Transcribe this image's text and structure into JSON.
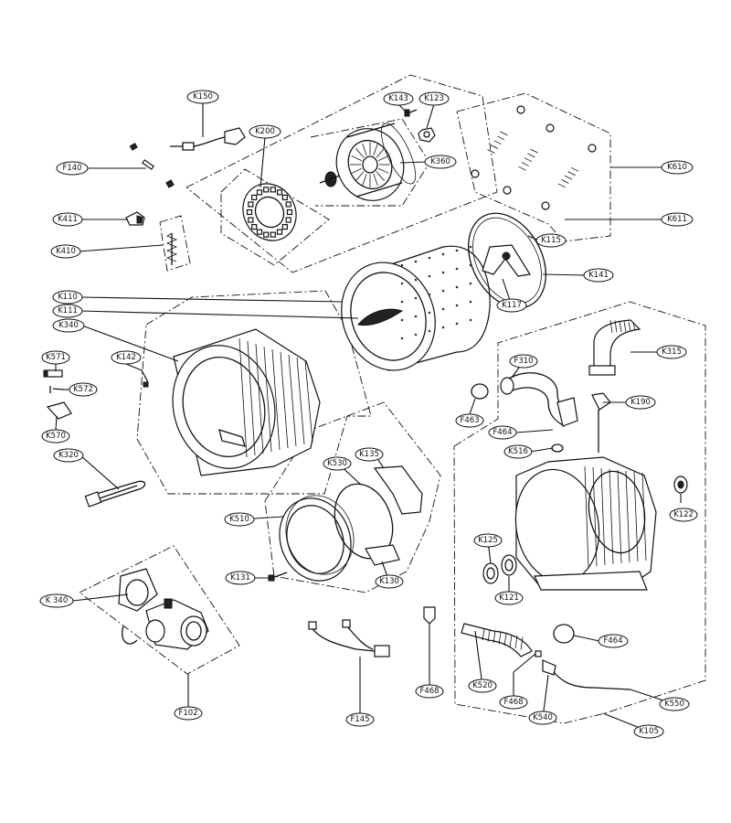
{
  "labels": {
    "K150": "K150",
    "K143": "K143",
    "K123": "K123",
    "K200": "K200",
    "K360": "K360",
    "K610": "K610",
    "F140": "F140",
    "K611": "K611",
    "K411": "K411",
    "K115": "K115",
    "K410": "K410",
    "K141": "K141",
    "K110": "K110",
    "K117": "K117",
    "K111": "K111",
    "K340a": "K340",
    "K315": "K315",
    "K571": "K571",
    "K142": "K142",
    "F310": "F310",
    "K572": "K572",
    "K190": "K190",
    "F463": "F463",
    "F464a": "F464",
    "K570": "K570",
    "K516": "K516",
    "K135": "K135",
    "K320": "K320",
    "K530": "K530",
    "K122": "K122",
    "K510": "K510",
    "K125": "K125",
    "K131": "K131",
    "K130": "K130",
    "K121": "K121",
    "K340b": "K 340",
    "F464b": "F464",
    "F468a": "F468",
    "K520": "K520",
    "F468b": "F468",
    "K550": "K550",
    "F102": "F102",
    "K540": "K540",
    "F145": "F145",
    "K105": "K105"
  }
}
